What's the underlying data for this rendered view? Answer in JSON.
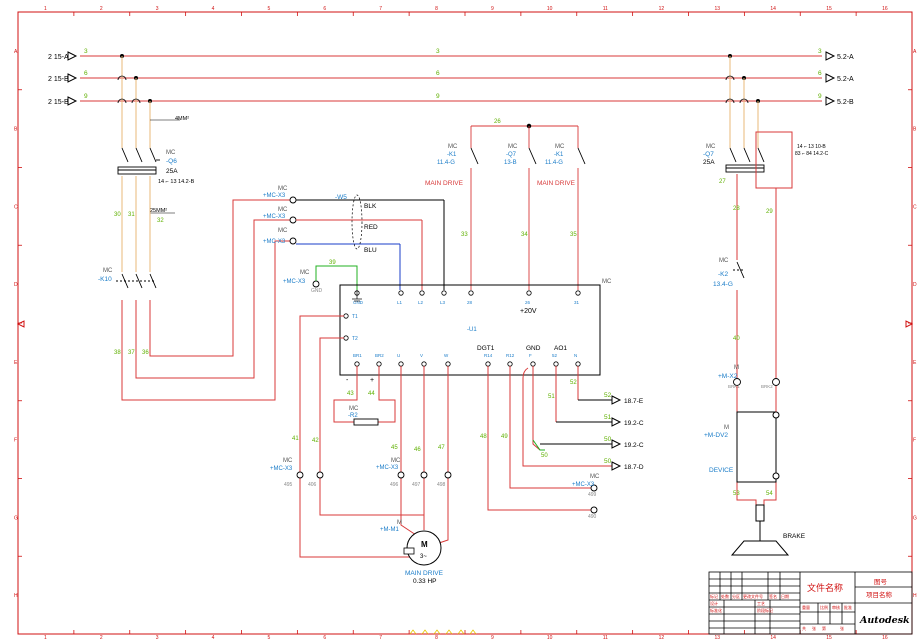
{
  "frame": {
    "columns": [
      "1",
      "2",
      "3",
      "4",
      "5",
      "6",
      "7",
      "8",
      "9",
      "10",
      "11",
      "12",
      "13",
      "14",
      "15",
      "16"
    ],
    "rows": [
      "A",
      "B",
      "C",
      "D",
      "E",
      "F",
      "G",
      "H"
    ]
  },
  "buses": [
    {
      "in": "2 15-A",
      "out": "5.2-A",
      "left_num": "3",
      "mid_num": "3"
    },
    {
      "in": "2 15-B",
      "out": "5.2-A",
      "left_num": "6",
      "mid_num": "6"
    },
    {
      "in": "2 15-B",
      "out": "5.2-B",
      "left_num": "9",
      "mid_num": "9"
    }
  ],
  "q6": {
    "mc": "MC",
    "tag": "-Q6",
    "rating": "25A",
    "aux": "14 ⌐ 13 14.2-B",
    "wire_size": "4MM²",
    "wire_size2": "25MM²",
    "nums": [
      "30",
      "31",
      "32"
    ]
  },
  "k10": {
    "mc": "MC",
    "tag": "-K10",
    "nums": [
      "38",
      "37",
      "36"
    ]
  },
  "connectors_left": [
    {
      "mc": "MC",
      "tag": "+MC-X3"
    },
    {
      "mc": "MC",
      "tag": "+MC-X3"
    },
    {
      "mc": "MC",
      "tag": "+MC-X3"
    },
    {
      "mc": "MC",
      "tag": "+MC-X3",
      "pin": "GND"
    }
  ],
  "cable": {
    "tag": "-W5",
    "cores": [
      "BLK",
      "RED",
      "BLU"
    ],
    "wire": "39"
  },
  "drive_contacts": [
    {
      "mc": "MC",
      "tag": "-K1",
      "ref": "11.4-G"
    },
    {
      "mc": "MC",
      "tag": "-Q7",
      "ref": "13-B"
    },
    {
      "mc": "MC",
      "tag": "-K1",
      "ref": "11.4-G"
    }
  ],
  "main_drive_label": "MAIN DRIVE",
  "top_wire": "26",
  "drive_wires": [
    "33",
    "34",
    "35"
  ],
  "u1": {
    "tag": "-U1",
    "mc": "MC",
    "top_pins": [
      "GND",
      "L1",
      "L2",
      "L3",
      "28",
      "26",
      "31"
    ],
    "supply": "+20V",
    "left_pins": [
      "T1",
      "T2"
    ],
    "bottom_pins": [
      "BR1",
      "BR2",
      "U",
      "V",
      "W",
      "R14",
      "R12",
      "F",
      "52",
      "N"
    ],
    "groups": [
      "DGT1",
      "GND",
      "AO1"
    ]
  },
  "outputs": [
    {
      "wire": "52",
      "ref": "18.7-E"
    },
    {
      "wire": "51",
      "ref": "19.2-C"
    },
    {
      "wire": "50",
      "ref": "19.2-C"
    },
    {
      "wire": "50",
      "ref": "18.7-D"
    }
  ],
  "r2": {
    "mc": "MC",
    "tag": "-R2",
    "minus": "-",
    "plus": "+",
    "wires": [
      "43",
      "44"
    ]
  },
  "wires_misc": [
    "41",
    "42",
    "45",
    "46",
    "47",
    "48",
    "49",
    "51",
    "50",
    "49"
  ],
  "x3_bottom": {
    "mc": "MC",
    "tag": "+MC-X3",
    "pins": [
      "495",
      "406",
      "496",
      "497",
      "498"
    ]
  },
  "x3_right": {
    "mc": "MC",
    "tag": "+MC-X3",
    "pins": [
      "499",
      "490"
    ]
  },
  "motor": {
    "mc": "M",
    "tag": "+M-M1",
    "symbol": "M",
    "sub": "3~",
    "label": "MAIN DRIVE",
    "hp": "0.33 HP"
  },
  "q7": {
    "mc": "MC",
    "tag": "-Q7",
    "rating": "25A",
    "aux1": "14 ⌐ 13 10-B",
    "aux2": "83 ⌐ 84 14.2-C",
    "wires": [
      "27",
      "28",
      "29"
    ]
  },
  "k2": {
    "mc": "MC",
    "tag": "-K2",
    "ref": "13.4-G",
    "wire": "40"
  },
  "mx2": {
    "mc": "M",
    "tag": "+M-X2",
    "pins": [
      "BRK1",
      "BRK2"
    ]
  },
  "dv2": {
    "mc": "M",
    "tag": "+M-DV2",
    "label": "DEVICE",
    "wires": [
      "53",
      "54"
    ]
  },
  "brake": "BRAKE",
  "title_block": {
    "file_name": "文件名称",
    "drawing_no": "图号",
    "project": "项目名称",
    "brand": "Autodesk",
    "cells": [
      "标记",
      "处数",
      "分区",
      "更改文件号",
      "签名",
      "日期",
      "设计",
      "工艺",
      "标准化",
      "阶段标记",
      "重量",
      "比例",
      "审核",
      "批准",
      "共",
      "张",
      "第",
      "张"
    ]
  }
}
